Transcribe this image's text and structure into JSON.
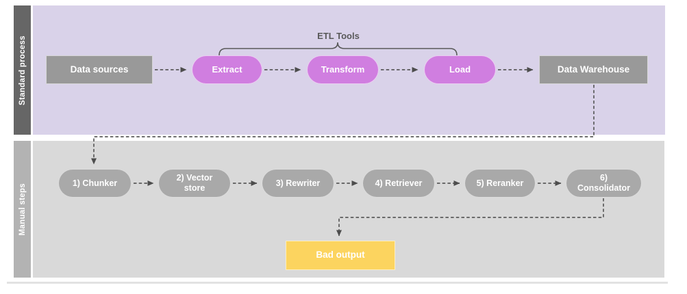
{
  "diagram_title": "ETL standard process vs manual RAG steps",
  "lanes": {
    "top": {
      "label": "Standard process"
    },
    "bottom": {
      "label": "Manual steps"
    }
  },
  "annotation": {
    "etl_tools_label": "ETL Tools"
  },
  "top_flow": {
    "nodes": [
      {
        "label": "Data sources",
        "shape": "rectangle",
        "color": "gray"
      },
      {
        "label": "Extract",
        "shape": "pill",
        "color": "purple"
      },
      {
        "label": "Transform",
        "shape": "pill",
        "color": "purple"
      },
      {
        "label": "Load",
        "shape": "pill",
        "color": "purple"
      },
      {
        "label": "Data Warehouse",
        "shape": "rectangle",
        "color": "gray"
      }
    ]
  },
  "bottom_flow": {
    "nodes": [
      {
        "label": "1) Chunker",
        "shape": "pill",
        "color": "gray"
      },
      {
        "label": "2) Vector\nstore",
        "shape": "pill",
        "color": "gray"
      },
      {
        "label": "3) Rewriter",
        "shape": "pill",
        "color": "gray"
      },
      {
        "label": "4) Retriever",
        "shape": "pill",
        "color": "gray"
      },
      {
        "label": "5) Reranker",
        "shape": "pill",
        "color": "gray"
      },
      {
        "label": "6)\nConsolidator",
        "shape": "pill",
        "color": "gray"
      }
    ],
    "output": {
      "label": "Bad output",
      "shape": "rectangle",
      "color": "yellow"
    }
  },
  "edges": [
    {
      "from": "Data sources",
      "to": "Extract",
      "style": "dashed-arrow"
    },
    {
      "from": "Extract",
      "to": "Transform",
      "style": "dashed-arrow"
    },
    {
      "from": "Transform",
      "to": "Load",
      "style": "dashed-arrow"
    },
    {
      "from": "Load",
      "to": "Data Warehouse",
      "style": "dashed-arrow"
    },
    {
      "from": "Data Warehouse",
      "to": "1) Chunker",
      "style": "dashed-arrow-elbow"
    },
    {
      "from": "1) Chunker",
      "to": "2) Vector store",
      "style": "dashed-arrow"
    },
    {
      "from": "2) Vector store",
      "to": "3) Rewriter",
      "style": "dashed-arrow"
    },
    {
      "from": "3) Rewriter",
      "to": "4) Retriever",
      "style": "dashed-arrow"
    },
    {
      "from": "4) Retriever",
      "to": "5) Reranker",
      "style": "dashed-arrow"
    },
    {
      "from": "5) Reranker",
      "to": "6) Consolidator",
      "style": "dashed-arrow"
    },
    {
      "from": "6) Consolidator",
      "to": "Bad output",
      "style": "dashed-arrow-elbow"
    }
  ],
  "colors": {
    "lane-top-panel": "#d9d2e9",
    "lane-top-sidebar": "#666666",
    "lane-bottom-panel": "#d9d9d9",
    "lane-bottom-sidebar": "#b3b3b3",
    "box-gray": "#999999",
    "pill-purple": "#d07ee0",
    "pill-gray": "#a9a9a9",
    "output-yellow": "#fcd45f",
    "connector": "#5a5a5a",
    "annotation": "#595959",
    "divider": "#e2e2e2"
  }
}
